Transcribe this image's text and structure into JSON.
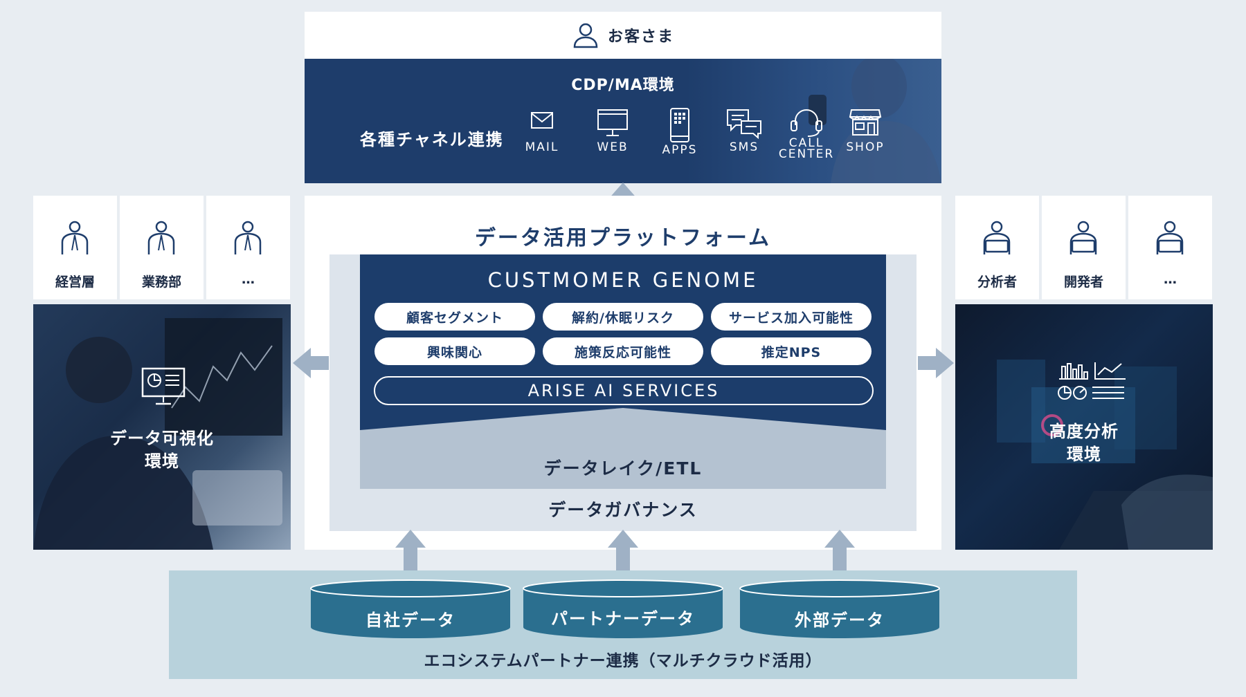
{
  "customer": {
    "label": "お客さま"
  },
  "cdp": {
    "title": "CDP/MA環境",
    "channel_label": "各種チャネル連携",
    "channels": [
      {
        "label": "MAIL",
        "icon": "mail-icon"
      },
      {
        "label": "WEB",
        "icon": "monitor-icon"
      },
      {
        "label": "APPS",
        "icon": "smartphone-icon"
      },
      {
        "label": "SMS",
        "icon": "chat-icon"
      },
      {
        "label_line1": "CALL",
        "label_line2": "CENTER",
        "icon": "headset-icon"
      },
      {
        "label": "SHOP",
        "icon": "store-icon"
      }
    ]
  },
  "platform": {
    "title": "データ活用プラットフォーム",
    "genome_title": "CUSTMOMER GENOME",
    "pills": [
      "顧客セグメント",
      "解約/休眠リスク",
      "サービス加入可能性",
      "興味関心",
      "施策反応可能性",
      "推定NPS"
    ],
    "arise": "ARISE AI SERVICES",
    "lake": "データレイク/ETL",
    "governance": "データガバナンス"
  },
  "left_roles": [
    "経営層",
    "業務部",
    "…"
  ],
  "right_roles": [
    "分析者",
    "開発者",
    "…"
  ],
  "left_env": {
    "line1": "データ可視化",
    "line2": "環境"
  },
  "right_env": {
    "line1": "高度分析",
    "line2": "環境"
  },
  "ecosystem": {
    "label": "エコシステムパートナー連携（マルチクラウド活用）",
    "sources": [
      "自社データ",
      "パートナーデータ",
      "外部データ"
    ]
  },
  "colors": {
    "navy": "#1e3d6b",
    "light_gray": "#dde4ec",
    "lake_gray": "#b4c2d1",
    "eco_blue": "#b8d2dc",
    "cylinder": "#2b6f8f"
  }
}
